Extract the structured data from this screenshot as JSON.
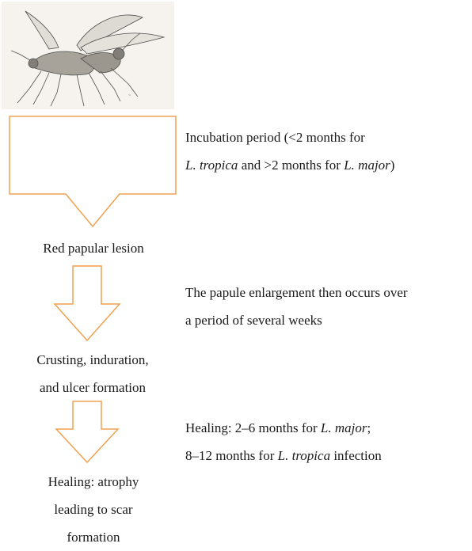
{
  "colors": {
    "arrow": "#F0A050",
    "text": "#1a1a1a"
  },
  "illustration": {
    "icon": "sandfly-drawing-icon"
  },
  "stages": [
    {
      "lines": [
        "Red papular lesion"
      ]
    },
    {
      "lines": [
        "Crusting, induration,",
        "and ulcer formation"
      ]
    },
    {
      "lines": [
        "Healing: atrophy",
        "leading to scar",
        "formation"
      ]
    }
  ],
  "notes": {
    "incubation": {
      "line1": "Incubation period (<2 months for",
      "line2_sp1": "L. tropica",
      "line2_mid": " and >2 months for ",
      "line2_sp2": "L. major",
      "line2_end": ")"
    },
    "enlargement": {
      "line1": "The papule enlargement then occurs over",
      "line2": "a period of several weeks"
    },
    "healing": {
      "line1_pre": "Healing: 2–6 months for ",
      "line1_sp": "L. major",
      "line1_end": ";",
      "line2_pre": "8–12 months for ",
      "line2_sp": "L. tropica",
      "line2_end": " infection"
    }
  }
}
